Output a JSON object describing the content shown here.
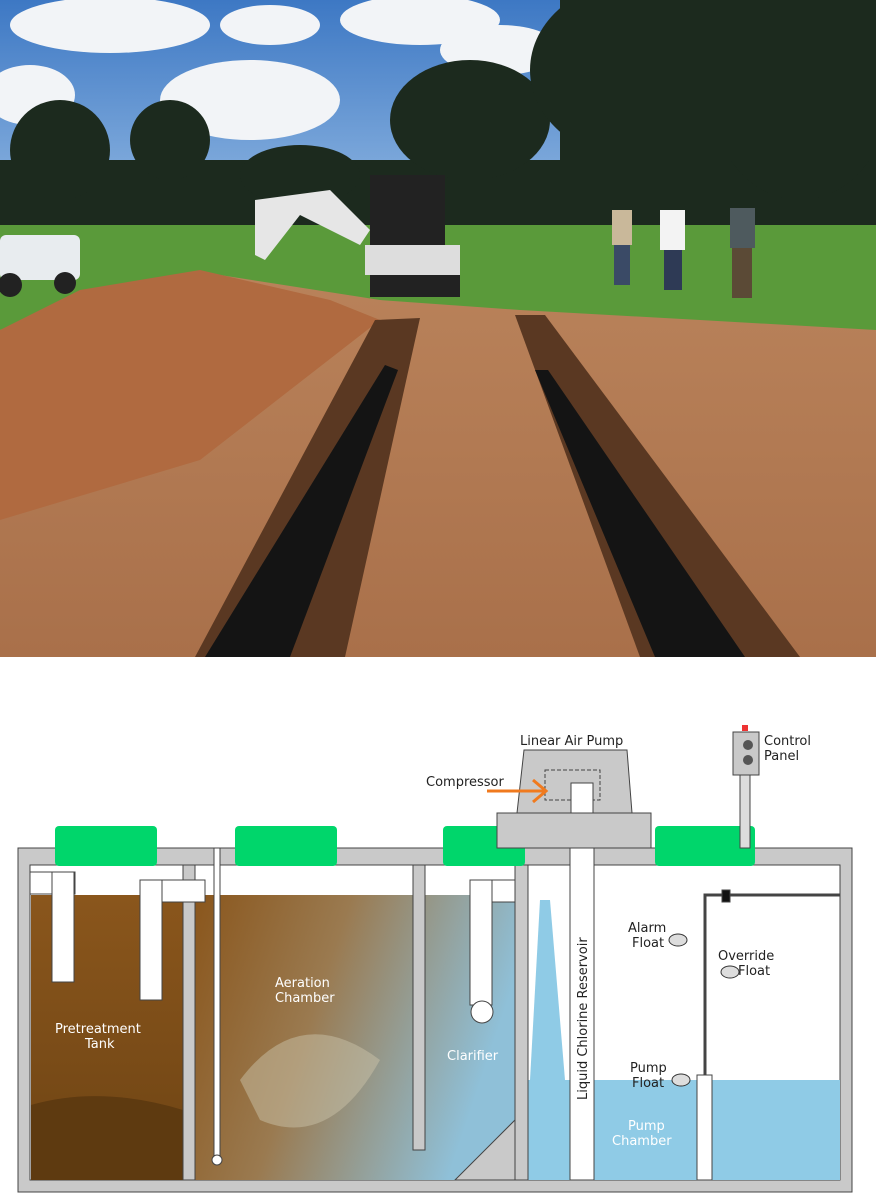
{
  "photo": {
    "subject": "trench-with-corrugated-pipes"
  },
  "diagram": {
    "labels": {
      "linear_air_pump": "Linear Air Pump",
      "control_panel": [
        "Control",
        "Panel"
      ],
      "compressor": "Compressor",
      "alarm_float": [
        "Alarm",
        "Float"
      ],
      "override_float": [
        "Override",
        "Float"
      ],
      "aeration_chamber": [
        "Aeration",
        "Chamber"
      ],
      "pretreatment_tank": [
        "Pretreatment",
        "Tank"
      ],
      "clarifier": "Clarifier",
      "chlorine_reservoir": "Liquid Chlorine Reservoir",
      "pump_float": [
        "Pump",
        "Float"
      ],
      "pump_chamber": [
        "Pump",
        "Chamber"
      ]
    },
    "colors": {
      "riser": "#00d66b",
      "concrete": "#c9c9c9",
      "sludge": "#8a561c",
      "water": "#8fcbe6",
      "arrow": "#f07a1e"
    }
  }
}
